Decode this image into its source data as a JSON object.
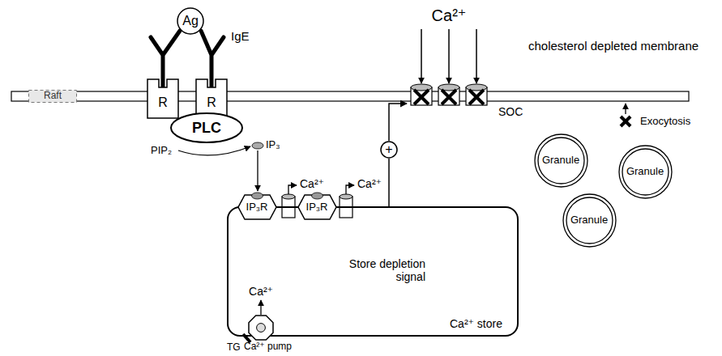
{
  "diagram": {
    "nodes": [
      {
        "text": [
          "Ag"
        ]
      },
      {
        "text": [
          "Raft"
        ]
      },
      {
        "text": [
          "R"
        ]
      },
      {
        "text": [
          "R"
        ]
      },
      {
        "text": [
          "PLC"
        ]
      },
      {
        "text": [
          "+"
        ]
      },
      {
        "text": [
          "SOC"
        ]
      },
      {
        "text": [
          "Store depletion signal",
          "Ca²⁺ store"
        ]
      },
      {
        "text": [
          "IP₃R"
        ],
        "in": 7
      },
      {
        "text": [
          "IP₃R"
        ],
        "in": 7
      },
      {
        "text": [
          "Ca²⁺ pump"
        ],
        "in": 7
      },
      {
        "text": [
          "Granule"
        ]
      },
      {
        "text": [
          "Granule"
        ]
      },
      {
        "text": [
          "Granule"
        ]
      }
    ],
    "edges": [
      {
        "from": 7,
        "to": 5,
        "arrow": "none"
      },
      {
        "from": 5,
        "to": 6,
        "arrow": "to"
      }
    ],
    "labels": [
      "Ca²⁺",
      "IgE",
      "cholesterol depleted membrane",
      "PIP₂",
      "IP₃",
      "Ca²⁺",
      "Ca²⁺",
      "Exocytosis",
      "Ca²⁺",
      "TG"
    ]
  }
}
